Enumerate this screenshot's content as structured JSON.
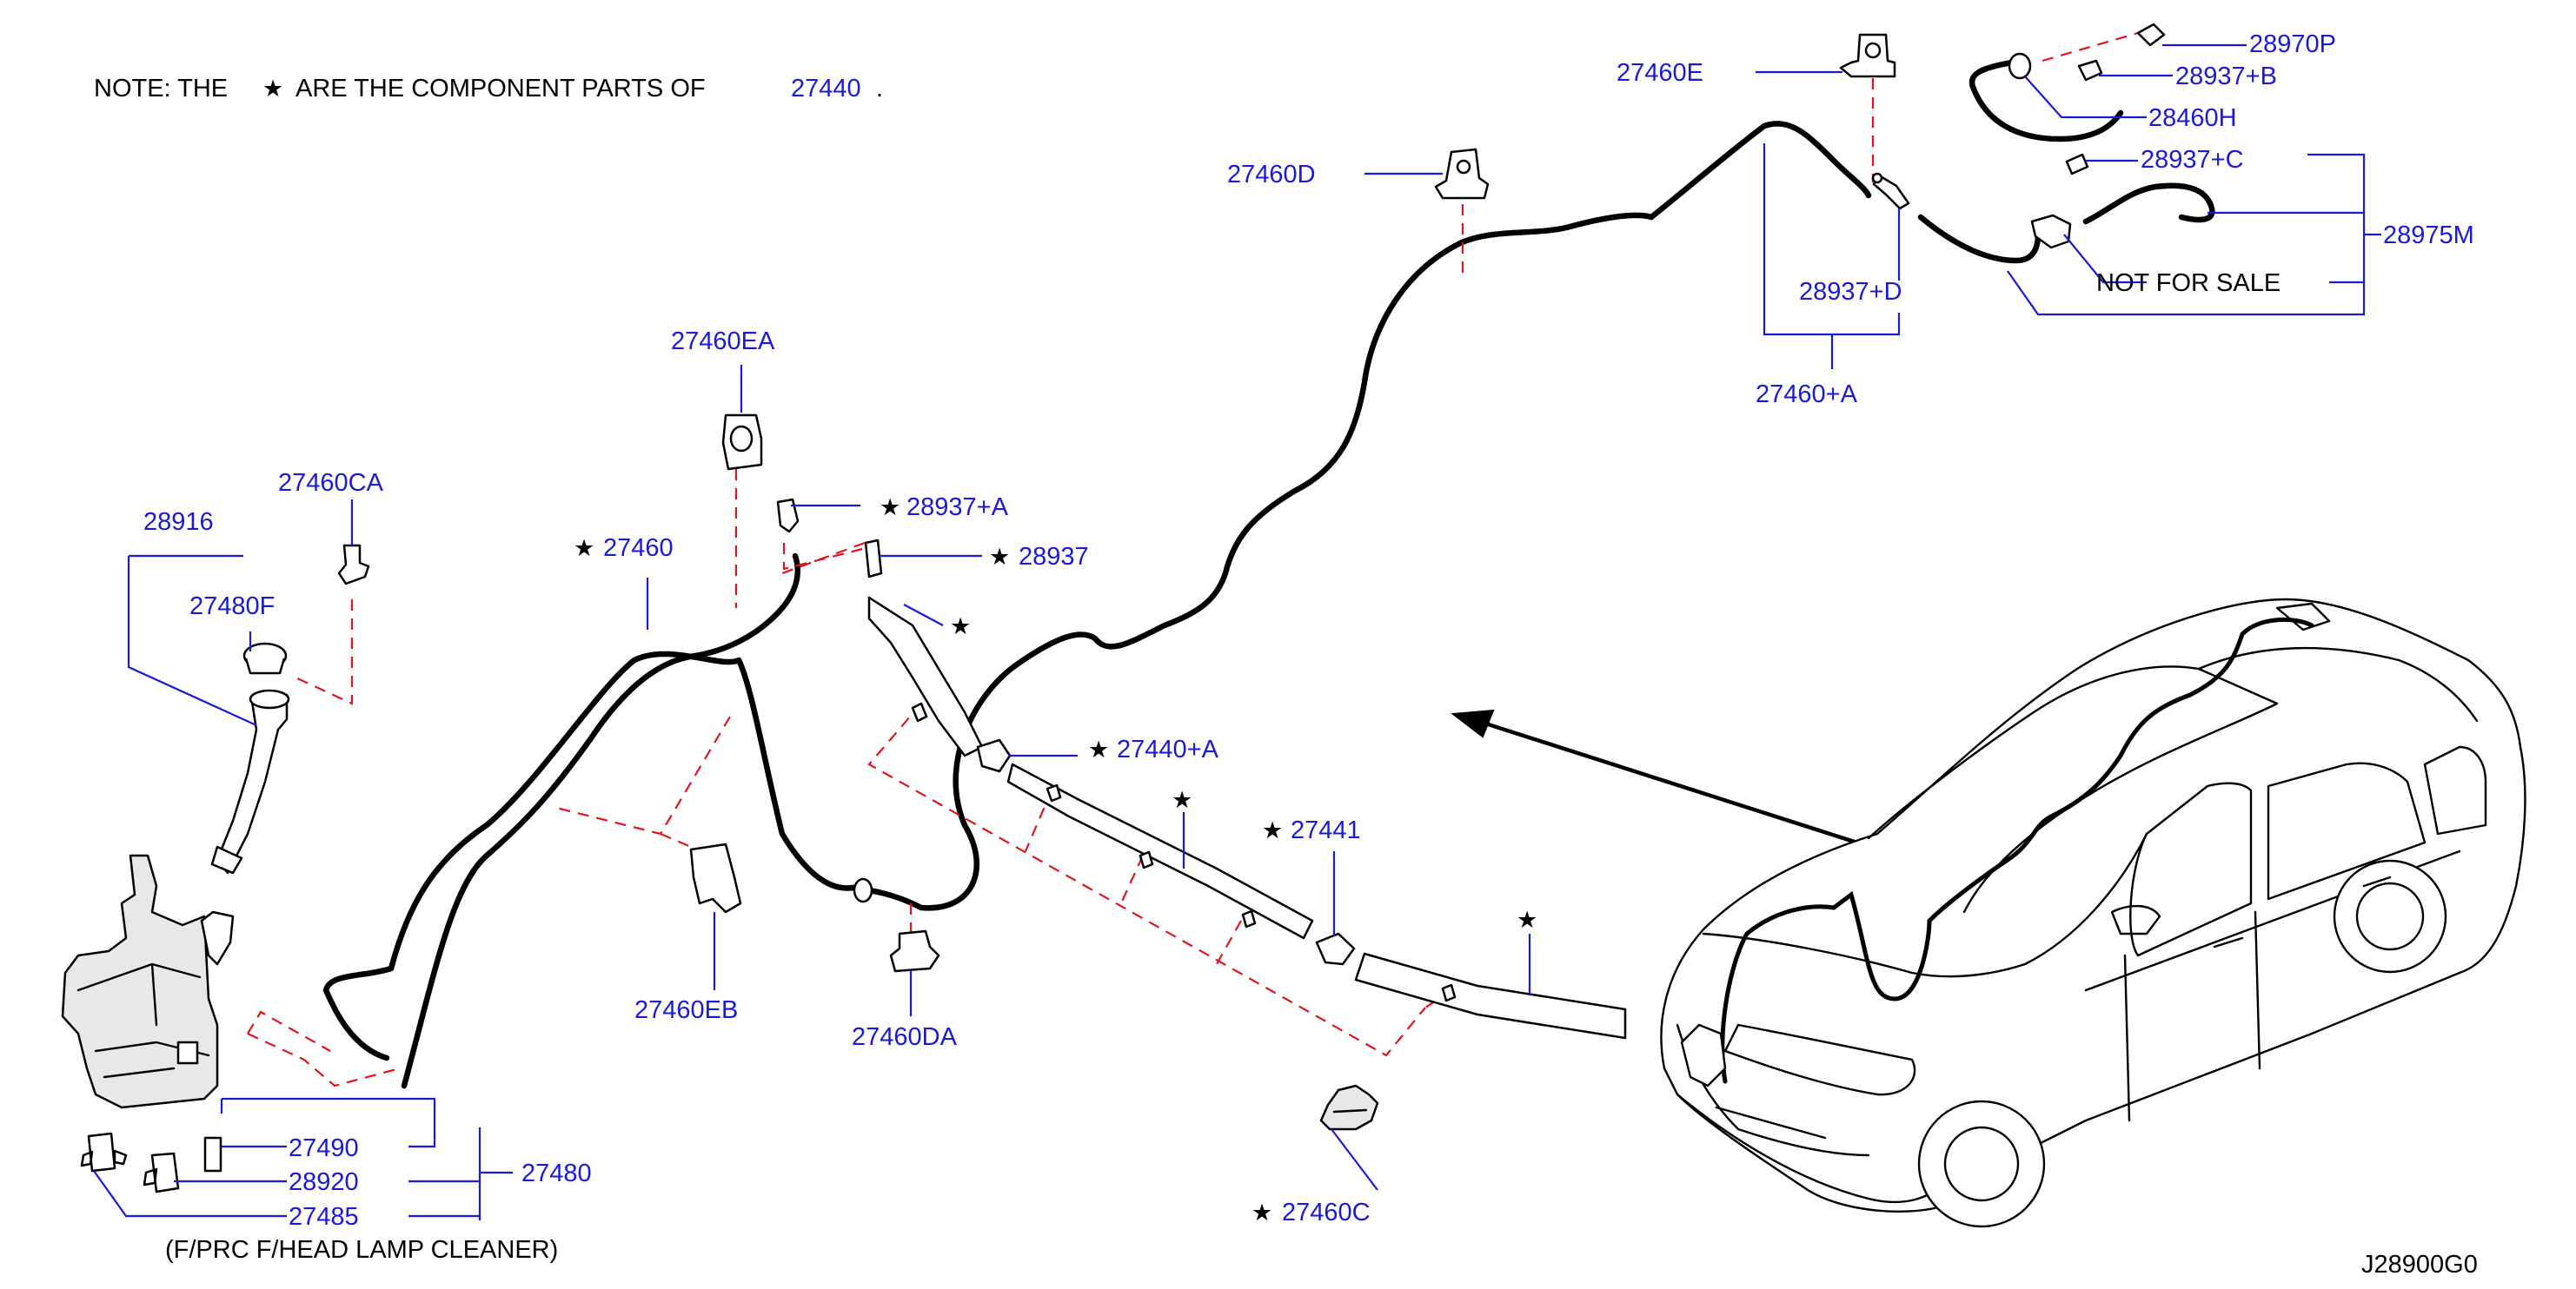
{
  "note": {
    "prefix": "NOTE:  THE",
    "middle": "ARE  THE  COMPONENT  PARTS  OF",
    "ref": "27440",
    "suffix": "."
  },
  "star_symbol": "★",
  "callouts": {
    "p28970P": "28970P",
    "p28937B": "28937+B",
    "p27460E": "27460E",
    "p28460H": "28460H",
    "p28937C": "28937+C",
    "p28975M": "28975M",
    "p27460D": "27460D",
    "not_for_sale": "NOT  FOR  SALE",
    "p28937D": "28937+D",
    "p27460A": "27460+A",
    "p27460EA": "27460EA",
    "p27460CA": "27460CA",
    "p28916": "28916",
    "p27480F": "27480F",
    "p27460": "27460",
    "p28937A": "28937+A",
    "p28937": "28937",
    "p27440A": "27440+A",
    "p27441": "27441",
    "p27460EB": "27460EB",
    "p27460DA": "27460DA",
    "p27460C": "27460C",
    "p27490": "27490",
    "p28920": "28920",
    "p27485": "27485",
    "p27480": "27480"
  },
  "footnote": "(F/PRC    F/HEAD    LAMP    CLEANER)",
  "diagram_id": "J28900G0",
  "colors": {
    "label": "#1a1ad6",
    "dash": "#e0141e",
    "line": "#000000"
  }
}
